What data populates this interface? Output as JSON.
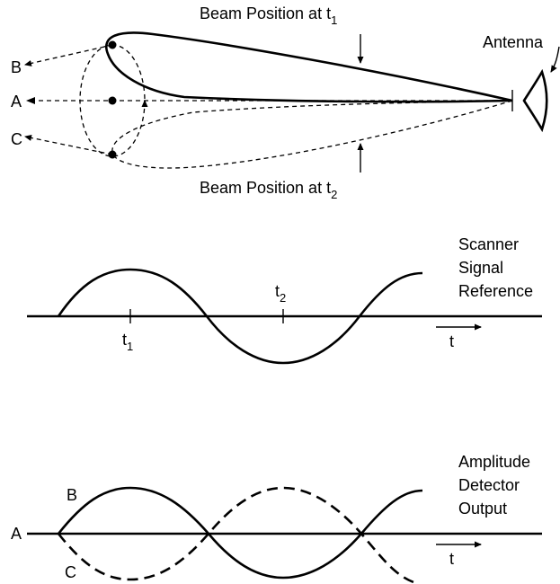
{
  "top_diagram": {
    "beam_t1_label": "Beam Position at t",
    "beam_t1_sub": "1",
    "beam_t2_label": "Beam Position at t",
    "beam_t2_sub": "2",
    "antenna_label": "Antenna",
    "point_b": "B",
    "point_a": "A",
    "point_c": "C"
  },
  "scanner_plot": {
    "label_line1": "Scanner",
    "label_line2": "Signal",
    "label_line3": "Reference",
    "t1_main": "t",
    "t1_sub": "1",
    "t2_main": "t",
    "t2_sub": "2",
    "axis_t": "t"
  },
  "detector_plot": {
    "label_line1": "Amplitude",
    "label_line2": "Detector",
    "label_line3": "Output",
    "curve_b": "B",
    "curve_c": "C",
    "axis_a": "A",
    "axis_t": "t"
  }
}
